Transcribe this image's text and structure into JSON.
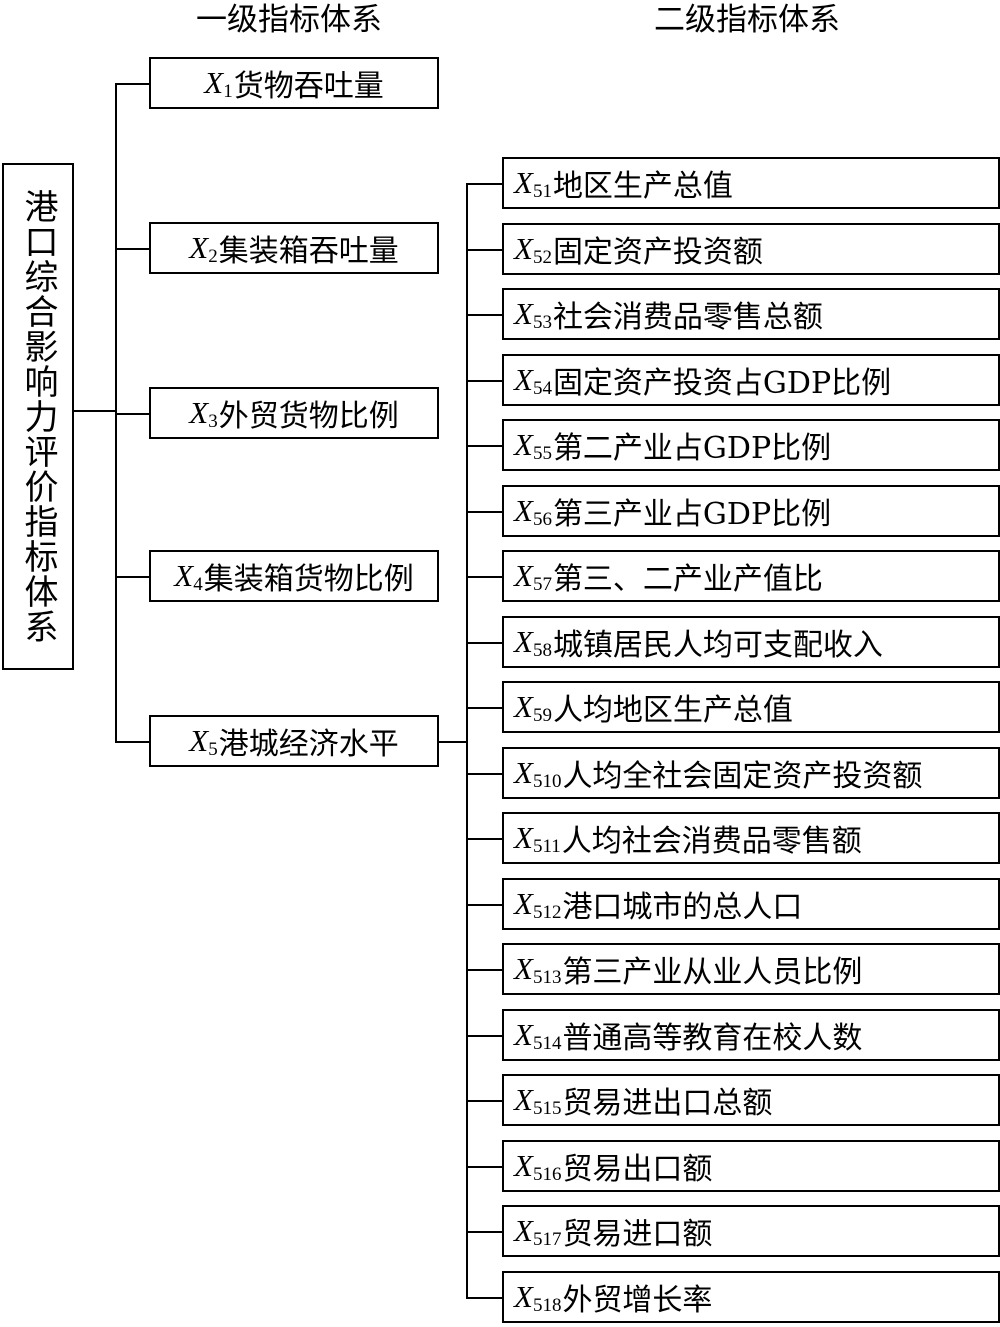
{
  "headers": {
    "level1": "一级指标体系",
    "level2": "二级指标体系"
  },
  "root": {
    "label": "港口综合影响力评价指标体系"
  },
  "level1": [
    {
      "var": "X",
      "sub": "1",
      "name": "货物吞吐量"
    },
    {
      "var": "X",
      "sub": "2",
      "name": "集装箱吞吐量"
    },
    {
      "var": "X",
      "sub": "3",
      "name": "外贸货物比例"
    },
    {
      "var": "X",
      "sub": "4",
      "name": "集装箱货物比例"
    },
    {
      "var": "X",
      "sub": "5",
      "name": "港城经济水平"
    }
  ],
  "level2": [
    {
      "var": "X",
      "sub": "51",
      "name": "地区生产总值"
    },
    {
      "var": "X",
      "sub": "52",
      "name": "固定资产投资额"
    },
    {
      "var": "X",
      "sub": "53",
      "name": "社会消费品零售总额"
    },
    {
      "var": "X",
      "sub": "54",
      "name": "固定资产投资占GDP比例"
    },
    {
      "var": "X",
      "sub": "55",
      "name": "第二产业占GDP比例"
    },
    {
      "var": "X",
      "sub": "56",
      "name": "第三产业占GDP比例"
    },
    {
      "var": "X",
      "sub": "57",
      "name": "第三、二产业产值比"
    },
    {
      "var": "X",
      "sub": "58",
      "name": "城镇居民人均可支配收入"
    },
    {
      "var": "X",
      "sub": "59",
      "name": "人均地区生产总值"
    },
    {
      "var": "X",
      "sub": "510",
      "name": "人均全社会固定资产投资额"
    },
    {
      "var": "X",
      "sub": "511",
      "name": "人均社会消费品零售额"
    },
    {
      "var": "X",
      "sub": "512",
      "name": "港口城市的总人口"
    },
    {
      "var": "X",
      "sub": "513",
      "name": "第三产业从业人员比例"
    },
    {
      "var": "X",
      "sub": "514",
      "name": "普通高等教育在校人数"
    },
    {
      "var": "X",
      "sub": "515",
      "name": "贸易进出口总额"
    },
    {
      "var": "X",
      "sub": "516",
      "name": "贸易出口额"
    },
    {
      "var": "X",
      "sub": "517",
      "name": "贸易进口额"
    },
    {
      "var": "X",
      "sub": "518",
      "name": "外贸增长率"
    }
  ]
}
